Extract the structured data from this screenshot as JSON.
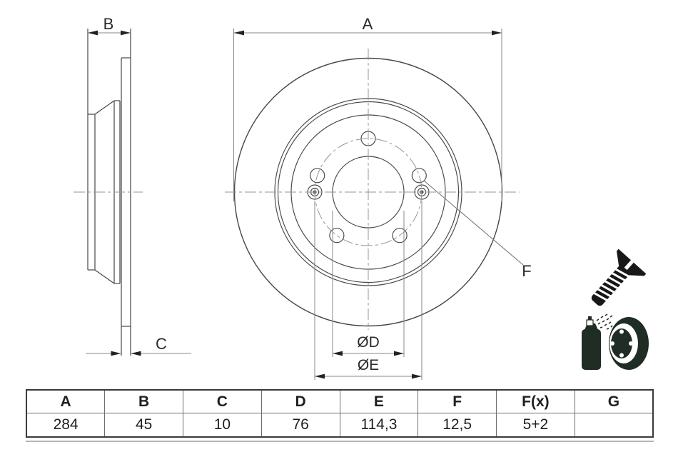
{
  "drawing": {
    "dim_labels": {
      "a": "A",
      "b": "B",
      "c": "C",
      "d": "ØD",
      "e": "ØE",
      "f": "F"
    },
    "views": {
      "side_view": "brake-disc-side-section",
      "front_view": "brake-disc-front-view"
    },
    "features": {
      "bolt_holes": 5,
      "locating_holes": 2
    }
  },
  "table": {
    "headers": [
      "A",
      "B",
      "C",
      "D",
      "E",
      "F",
      "F(x)",
      "G"
    ],
    "values": [
      "284",
      "45",
      "10",
      "76",
      "114,3",
      "12,5",
      "5+2",
      ""
    ]
  },
  "icons": {
    "screw": "countersunk-screw-icon",
    "spray": "spray-can-brake-disc-icon"
  },
  "colors": {
    "part_line": "#474747",
    "dimension_line": "#8a8a8a",
    "centerline": "#949494",
    "arrowhead": "#222222",
    "icon_dark": "#1f2d24",
    "screw_dark": "#181818",
    "text": "#1f1f1f",
    "background": "#ffffff"
  }
}
